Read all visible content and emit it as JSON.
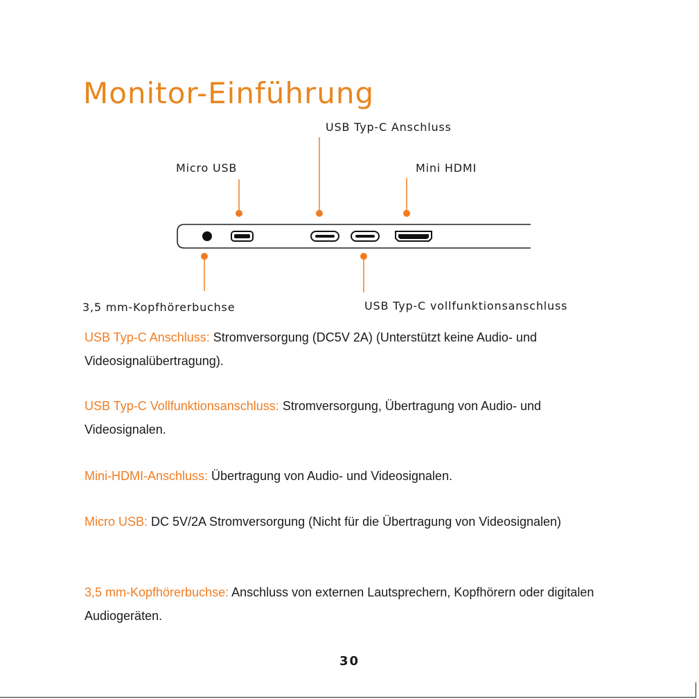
{
  "page": {
    "title": "Monitor-Einführung",
    "page_number": "30"
  },
  "diagram": {
    "accent_color": "#f07d22",
    "labels": {
      "usb_c": "USB Typ-C Anschluss",
      "micro_usb": "Micro USB",
      "mini_hdmi": "Mini HDMI",
      "headphone": "3,5 mm-Kopfhörerbuchse",
      "usb_c_full": "USB Typ-C vollfunktionsanschluss"
    }
  },
  "sections": [
    {
      "key": "USB Typ-C Anschluss:",
      "text": " Stromversorgung (DC5V 2A) (Unterstützt keine Audio- und Videosignalübertragung)."
    },
    {
      "key": "USB Typ-C Vollfunktionsanschluss:",
      "text": " Stromversorgung, Übertragung von Audio- und Videosignalen."
    },
    {
      "key": "Mini-HDMI-Anschluss:",
      "text": " Übertragung von Audio- und Videosignalen."
    },
    {
      "key": "Micro USB:",
      "text": " DC 5V/2A Stromversorgung (Nicht für die Übertragung von Videosignalen)"
    },
    {
      "key": "3,5 mm-Kopfhörerbuchse:",
      "text": " Anschluss von externen Lautsprechern, Kopfhörern oder digitalen Audiogeräten."
    }
  ]
}
